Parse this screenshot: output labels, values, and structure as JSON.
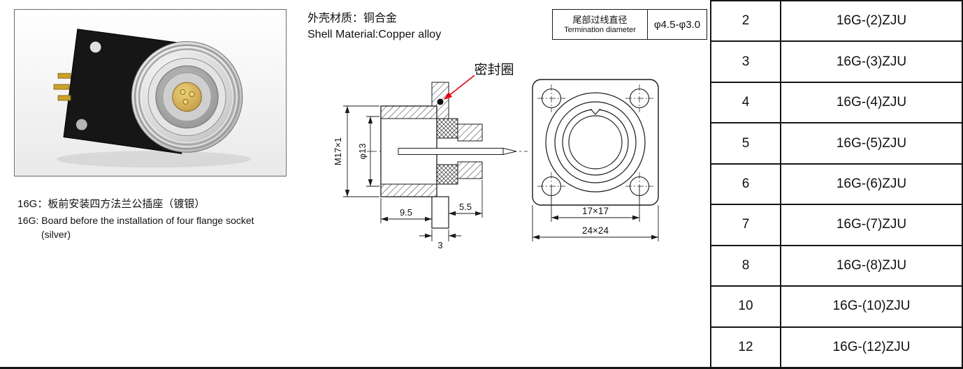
{
  "photo": {
    "caption_zh": "16G：板前安装四方法兰公插座（镀银）",
    "caption_en": "16G: Board before the installation of four flange socket",
    "caption_en_cont": "(silver)"
  },
  "material": {
    "zh": "外壳材质：铜合金",
    "en": "Shell Material:Copper alloy"
  },
  "termination": {
    "label_zh": "尾部过线直径",
    "label_en": "Termination diameter",
    "value": "φ4.5-φ3.0"
  },
  "drawing": {
    "seal_label": "密封圈",
    "thread_dim": "M17×1",
    "bore_dim": "φ13",
    "dim_body": "9.5",
    "dim_nut": "5.5",
    "dim_tail": "3",
    "hole_spacing": "17×17",
    "flange_size": "24×24"
  },
  "model_table": {
    "rows": [
      {
        "contacts": "2",
        "model": "16G-(2)ZJU"
      },
      {
        "contacts": "3",
        "model": "16G-(3)ZJU"
      },
      {
        "contacts": "4",
        "model": "16G-(4)ZJU"
      },
      {
        "contacts": "5",
        "model": "16G-(5)ZJU"
      },
      {
        "contacts": "6",
        "model": "16G-(6)ZJU"
      },
      {
        "contacts": "7",
        "model": "16G-(7)ZJU"
      },
      {
        "contacts": "8",
        "model": "16G-(8)ZJU"
      },
      {
        "contacts": "10",
        "model": "16G-(10)ZJU"
      },
      {
        "contacts": "12",
        "model": "16G-(12)ZJU"
      }
    ]
  },
  "colors": {
    "accent_red": "#e60012",
    "line": "#1a1a1a",
    "brass": "#c9a24a"
  }
}
